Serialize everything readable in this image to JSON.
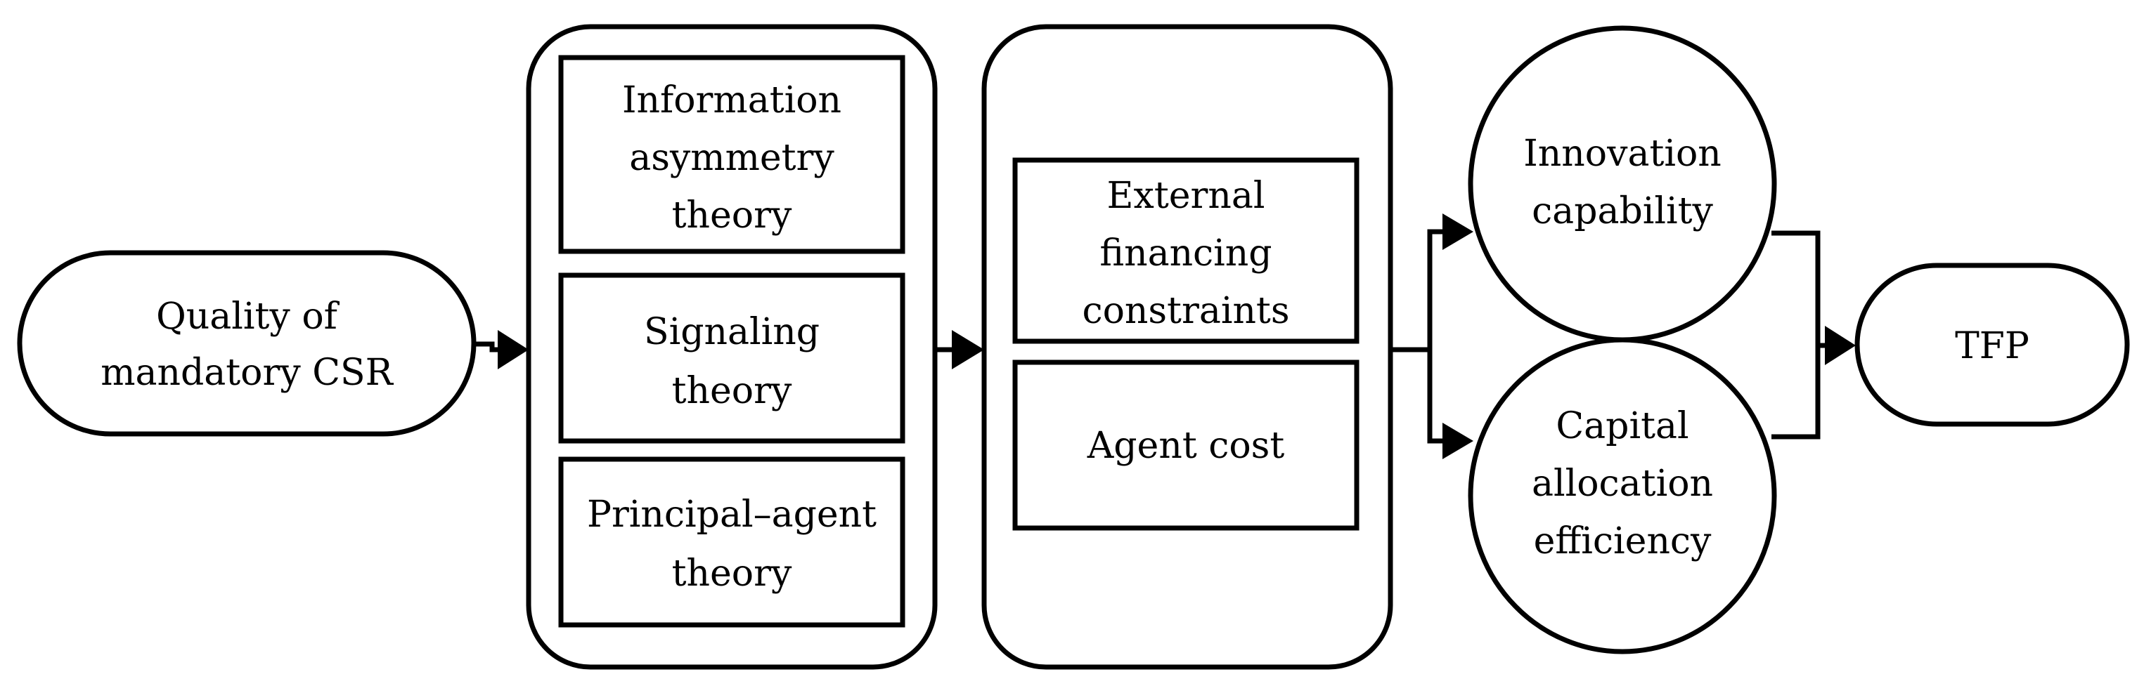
{
  "nodes": {
    "csr": {
      "lines": [
        "Quality of",
        "mandatory CSR"
      ]
    },
    "theory1": {
      "lines": [
        "Information",
        "asymmetry",
        "theory"
      ]
    },
    "theory2": {
      "lines": [
        "Signaling",
        "theory"
      ]
    },
    "theory3": {
      "lines": [
        "Principal–agent",
        "theory"
      ]
    },
    "mech1": {
      "lines": [
        "External",
        "financing",
        "constraints"
      ]
    },
    "mech2": {
      "lines": [
        "Agent cost"
      ]
    },
    "innovation": {
      "lines": [
        "Innovation",
        "capability"
      ]
    },
    "capital": {
      "lines": [
        "Capital",
        "allocation",
        "efficiency"
      ]
    },
    "tfp": {
      "lines": [
        "TFP"
      ]
    }
  },
  "colors": {
    "stroke": "#000000",
    "fill": "#ffffff"
  }
}
